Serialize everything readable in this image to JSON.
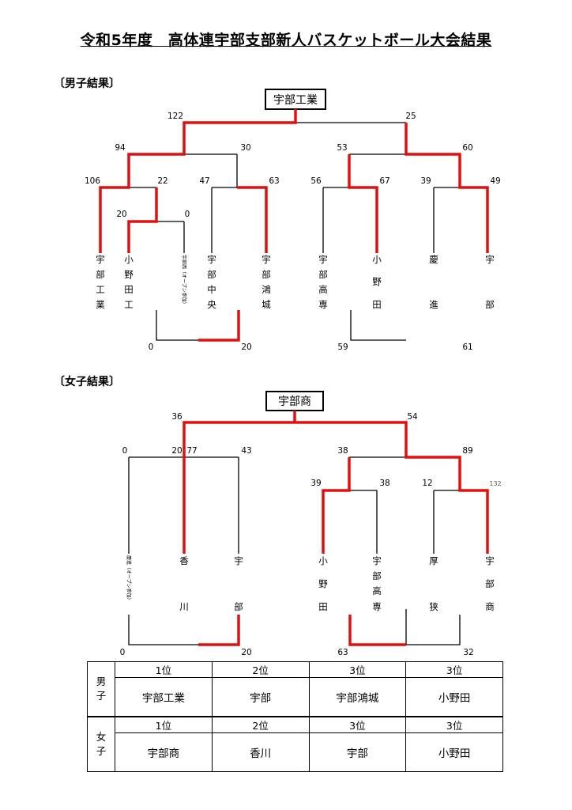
{
  "title": "令和5年度　高体連宇部支部新人バスケットボール大会結果",
  "boys": {
    "label": "〔男子結果〕",
    "champion": "宇部工業",
    "scores": {
      "final_l": "122",
      "final_r": "25",
      "sf_l1": "94",
      "sf_l2": "30",
      "sf_r1": "53",
      "sf_r2": "60",
      "qf_a1": "106",
      "qf_a2": "22",
      "qf_b1": "47",
      "qf_b2": "63",
      "qf_c1": "56",
      "qf_c2": "67",
      "qf_d1": "39",
      "qf_d2": "49",
      "r1_1": "20",
      "r1_2": "0",
      "pl_l1": "0",
      "pl_l2": "20",
      "pl_r1": "59",
      "pl_r2": "61"
    },
    "teams": [
      {
        "name": "宇部工業",
        "chars": [
          "宇",
          "部",
          "工",
          "業"
        ]
      },
      {
        "name": "小野田工",
        "chars": [
          "小",
          "野",
          "田",
          "工"
        ]
      },
      {
        "name": "宇部西（オープン参加）",
        "vertical": "宇部西（オープン参加）"
      },
      {
        "name": "宇部中央",
        "chars": [
          "宇",
          "部",
          "中",
          "央"
        ]
      },
      {
        "name": "宇部鴻城",
        "chars": [
          "宇",
          "部",
          "鴻",
          "城"
        ]
      },
      {
        "name": "宇部高専",
        "chars": [
          "宇",
          "部",
          "高",
          "専"
        ]
      },
      {
        "name": "小野田",
        "chars": [
          "小",
          "野",
          "田"
        ]
      },
      {
        "name": "慶進",
        "chars": [
          "慶",
          "進"
        ]
      },
      {
        "name": "宇部",
        "chars": [
          "宇",
          "部"
        ]
      }
    ]
  },
  "girls": {
    "label": "〔女子結果〕",
    "champion": "宇部商",
    "scores": {
      "final_l": "36",
      "final_r": "54",
      "sf_l1": "0",
      "sf_l2": "20",
      "sf_l3": "77",
      "sf_l4": "43",
      "sf_r1": "38",
      "sf_r2": "89",
      "qf_r1": "39",
      "qf_r2": "38",
      "qf_r3": "12",
      "qf_r4": "132",
      "pl_l1": "0",
      "pl_l2": "20",
      "pl_r1": "63",
      "pl_r2": "32"
    },
    "teams": [
      {
        "name": "慶進（オープン参加）",
        "vertical": "慶進（オープン参加）"
      },
      {
        "name": "香川",
        "chars": [
          "香",
          "川"
        ]
      },
      {
        "name": "宇部",
        "chars": [
          "宇",
          "部"
        ]
      },
      {
        "name": "小野田",
        "chars": [
          "小",
          "野",
          "田"
        ]
      },
      {
        "name": "宇部高専",
        "chars": [
          "宇",
          "部",
          "高",
          "専"
        ]
      },
      {
        "name": "厚狭",
        "chars": [
          "厚",
          "狭"
        ]
      },
      {
        "name": "宇部商",
        "chars": [
          "宇",
          "部",
          "商"
        ]
      }
    ]
  },
  "results": {
    "boys_label": "男子",
    "girls_label": "女子",
    "ranks": [
      "1位",
      "2位",
      "3位",
      "3位"
    ],
    "boys": [
      "宇部工業",
      "宇部",
      "宇部鴻城",
      "小野田"
    ],
    "girls": [
      "宇部商",
      "香川",
      "宇部",
      "小野田"
    ]
  },
  "colors": {
    "winner_line": "#e01010",
    "loser_line": "#000000"
  }
}
